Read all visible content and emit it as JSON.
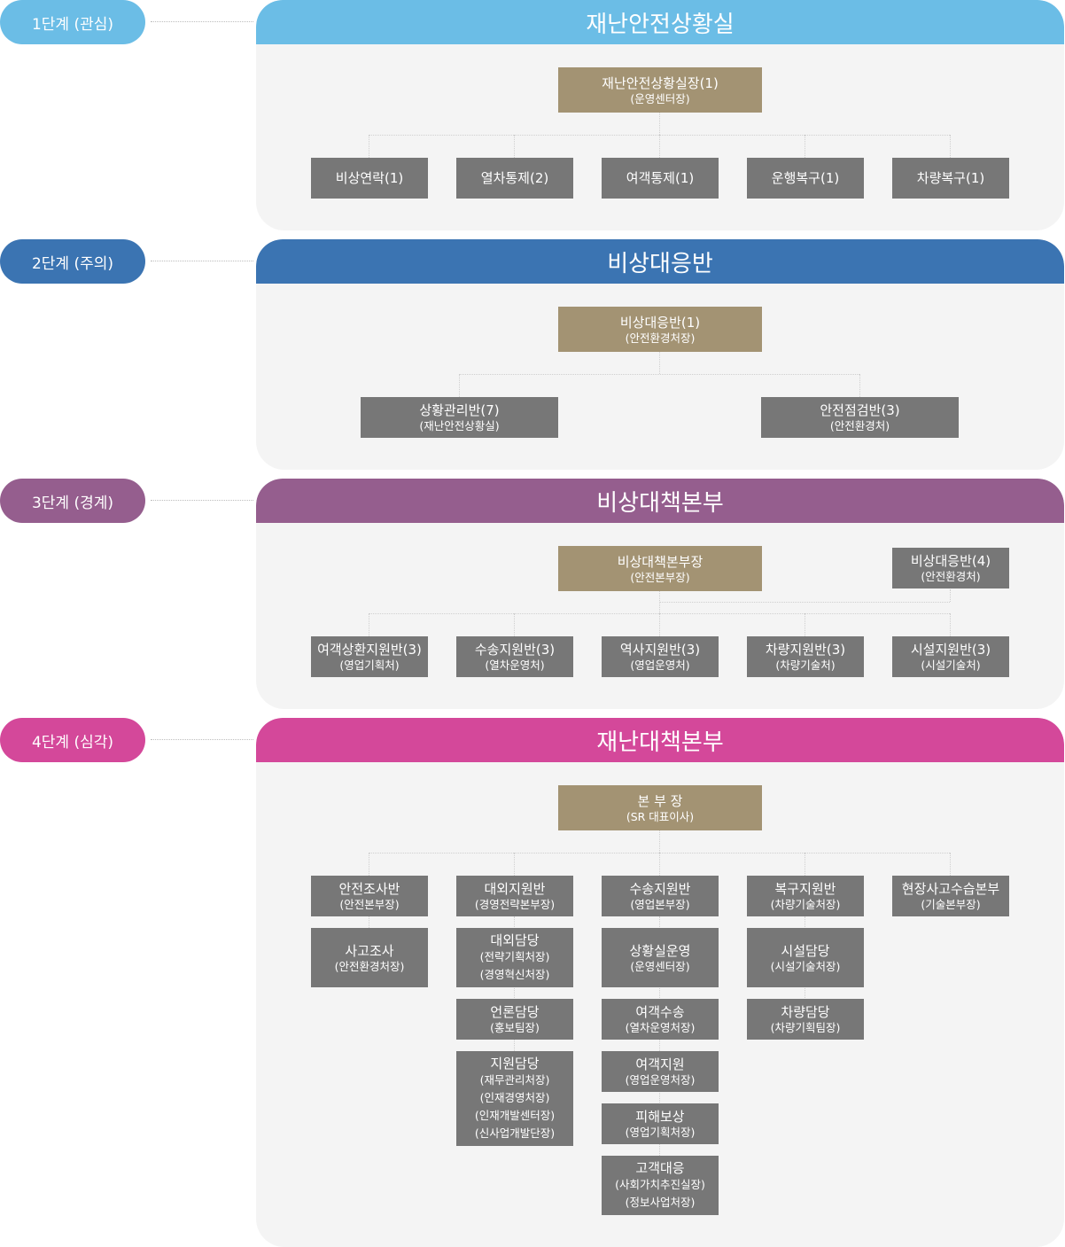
{
  "colors": {
    "stage1": "#6bbde6",
    "stage2": "#3b74b2",
    "stage3": "#955e8e",
    "stage4": "#d4489a",
    "head_box": "#a39373",
    "sub_box": "#777777",
    "panel_bg": "#f4f4f4"
  },
  "stages": [
    {
      "label": "1단계 (관심)",
      "title": "재난안전상황실",
      "head": {
        "title": "재난안전상황실장(1)",
        "sub": "(운영센터장)"
      },
      "units": [
        {
          "title": "비상연락(1)"
        },
        {
          "title": "열차통제(2)"
        },
        {
          "title": "여객통제(1)"
        },
        {
          "title": "운행복구(1)"
        },
        {
          "title": "차량복구(1)"
        }
      ]
    },
    {
      "label": "2단계 (주의)",
      "title": "비상대응반",
      "head": {
        "title": "비상대응반(1)",
        "sub": "(안전환경처장)"
      },
      "units": [
        {
          "title": "상황관리반(7)",
          "sub": "(재난안전상황실)"
        },
        {
          "title": "안전점검반(3)",
          "sub": "(안전환경처)"
        }
      ]
    },
    {
      "label": "3단계 (경계)",
      "title": "비상대책본부",
      "head": {
        "title": "비상대책본부장",
        "sub": "(안전본부장)"
      },
      "side": {
        "title": "비상대응반(4)",
        "sub": "(안전환경처)"
      },
      "units": [
        {
          "title": "여객상환지원반(3)",
          "sub": "(영업기획처)"
        },
        {
          "title": "수송지원반(3)",
          "sub": "(열차운영처)"
        },
        {
          "title": "역사지원반(3)",
          "sub": "(영업운영처)"
        },
        {
          "title": "차량지원반(3)",
          "sub": "(차량기술처)"
        },
        {
          "title": "시설지원반(3)",
          "sub": "(시설기술처)"
        }
      ]
    },
    {
      "label": "4단계 (심각)",
      "title": "재난대책본부",
      "head": {
        "title": "본 부 장",
        "sub": "(SR 대표이사)"
      },
      "columns": [
        [
          {
            "title": "안전조사반",
            "sub": "(안전본부장)"
          },
          {
            "title": "사고조사",
            "sub": "(안전환경처장)"
          }
        ],
        [
          {
            "title": "대외지원반",
            "sub": "(경영전략본부장)"
          },
          {
            "title": "대외담당",
            "sub": "(전략기획처장)\n(경영혁신처장)"
          },
          {
            "title": "언론담당",
            "sub": "(홍보팀장)"
          },
          {
            "title": "지원담당",
            "sub": "(재무관리처장)\n(인재경영처장)\n(인재개발센터장)\n(신사업개발단장)"
          }
        ],
        [
          {
            "title": "수송지원반",
            "sub": "(영업본부장)"
          },
          {
            "title": "상황실운영",
            "sub": "(운영센터장)"
          },
          {
            "title": "여객수송",
            "sub": "(열차운영처장)"
          },
          {
            "title": "여객지원",
            "sub": "(영업운영처장)"
          },
          {
            "title": "피해보상",
            "sub": "(영업기획처장)"
          },
          {
            "title": "고객대응",
            "sub": "(사회가치추진실장)\n(정보사업처장)"
          }
        ],
        [
          {
            "title": "복구지원반",
            "sub": "(차량기술처장)"
          },
          {
            "title": "시설담당",
            "sub": "(시설기술처장)"
          },
          {
            "title": "차량담당",
            "sub": "(차량기획팀장)"
          }
        ],
        [
          {
            "title": "현장사고수습본부",
            "sub": "(기술본부장)"
          }
        ]
      ]
    }
  ]
}
